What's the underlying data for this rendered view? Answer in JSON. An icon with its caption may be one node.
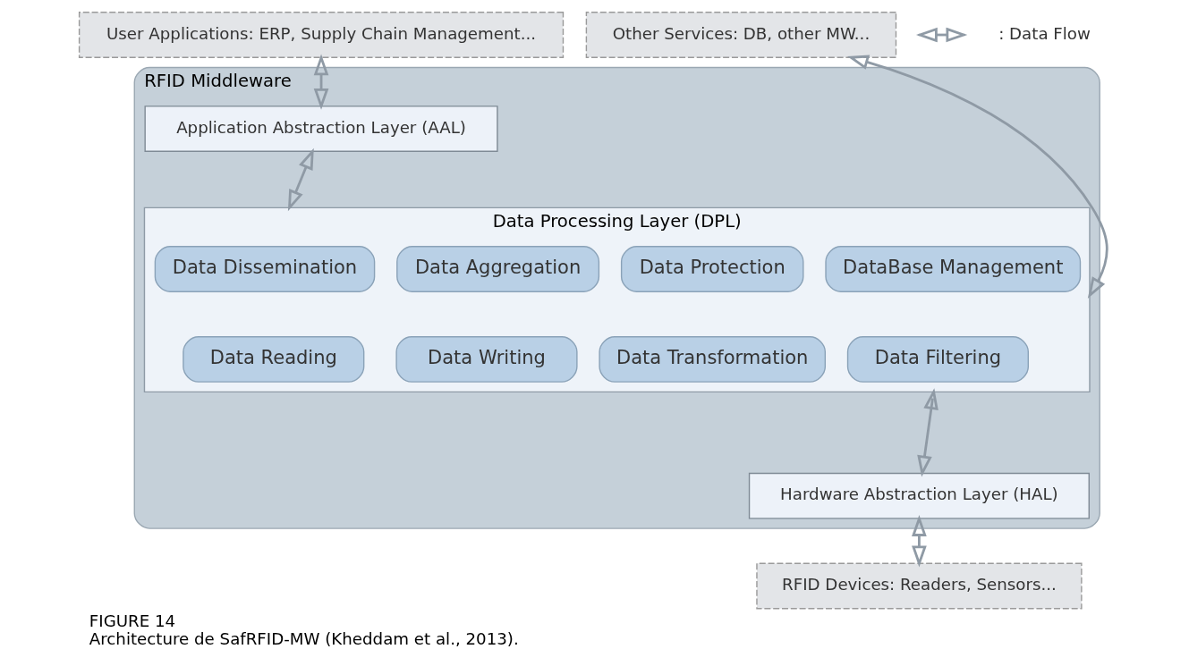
{
  "diagram": {
    "title": "FIGURE 14",
    "caption": "Architecture de SafRFID-MW (Kheddam et al., 2013).",
    "nodes": [
      {
        "text": [
          "User Applications: ERP, Supply Chain Management..."
        ]
      },
      {
        "text": [
          "RFID Middleware"
        ]
      },
      {
        "text": [
          "Application Abstraction Layer (AAL)"
        ],
        "in": 1
      },
      {
        "text": [
          "Data Processing Layer (DPL)"
        ],
        "in": 1
      },
      {
        "text": [
          "Data Dissemination"
        ],
        "in": 3
      },
      {
        "text": [
          "Data Aggregation"
        ],
        "in": 3
      },
      {
        "text": [
          "Data Protection"
        ],
        "in": 3
      },
      {
        "text": [
          "DataBase Management"
        ],
        "in": 3
      },
      {
        "text": [
          "Data Reading"
        ],
        "in": 3
      },
      {
        "text": [
          "Data Writing"
        ],
        "in": 3
      },
      {
        "text": [
          "Data Transformation"
        ],
        "in": 3
      },
      {
        "text": [
          "Data Filtering"
        ],
        "in": 3
      },
      {
        "text": [
          "Hardware Abstraction Layer (HAL)"
        ],
        "in": 1
      },
      {
        "text": [
          "RFID Devices: Readers, Sensors..."
        ]
      },
      {
        "text": [
          "Other Services: DB, other MW..."
        ]
      }
    ],
    "edges": [
      {
        "from": 0,
        "to": 2,
        "arrow": "both"
      },
      {
        "from": 2,
        "to": 3,
        "arrow": "both"
      },
      {
        "from": 3,
        "to": 12,
        "arrow": "both"
      },
      {
        "from": 12,
        "to": 13,
        "arrow": "both"
      },
      {
        "from": 3,
        "to": 14,
        "arrow": "both"
      }
    ],
    "legend": [
      {
        "text": ": Data Flow"
      }
    ]
  }
}
